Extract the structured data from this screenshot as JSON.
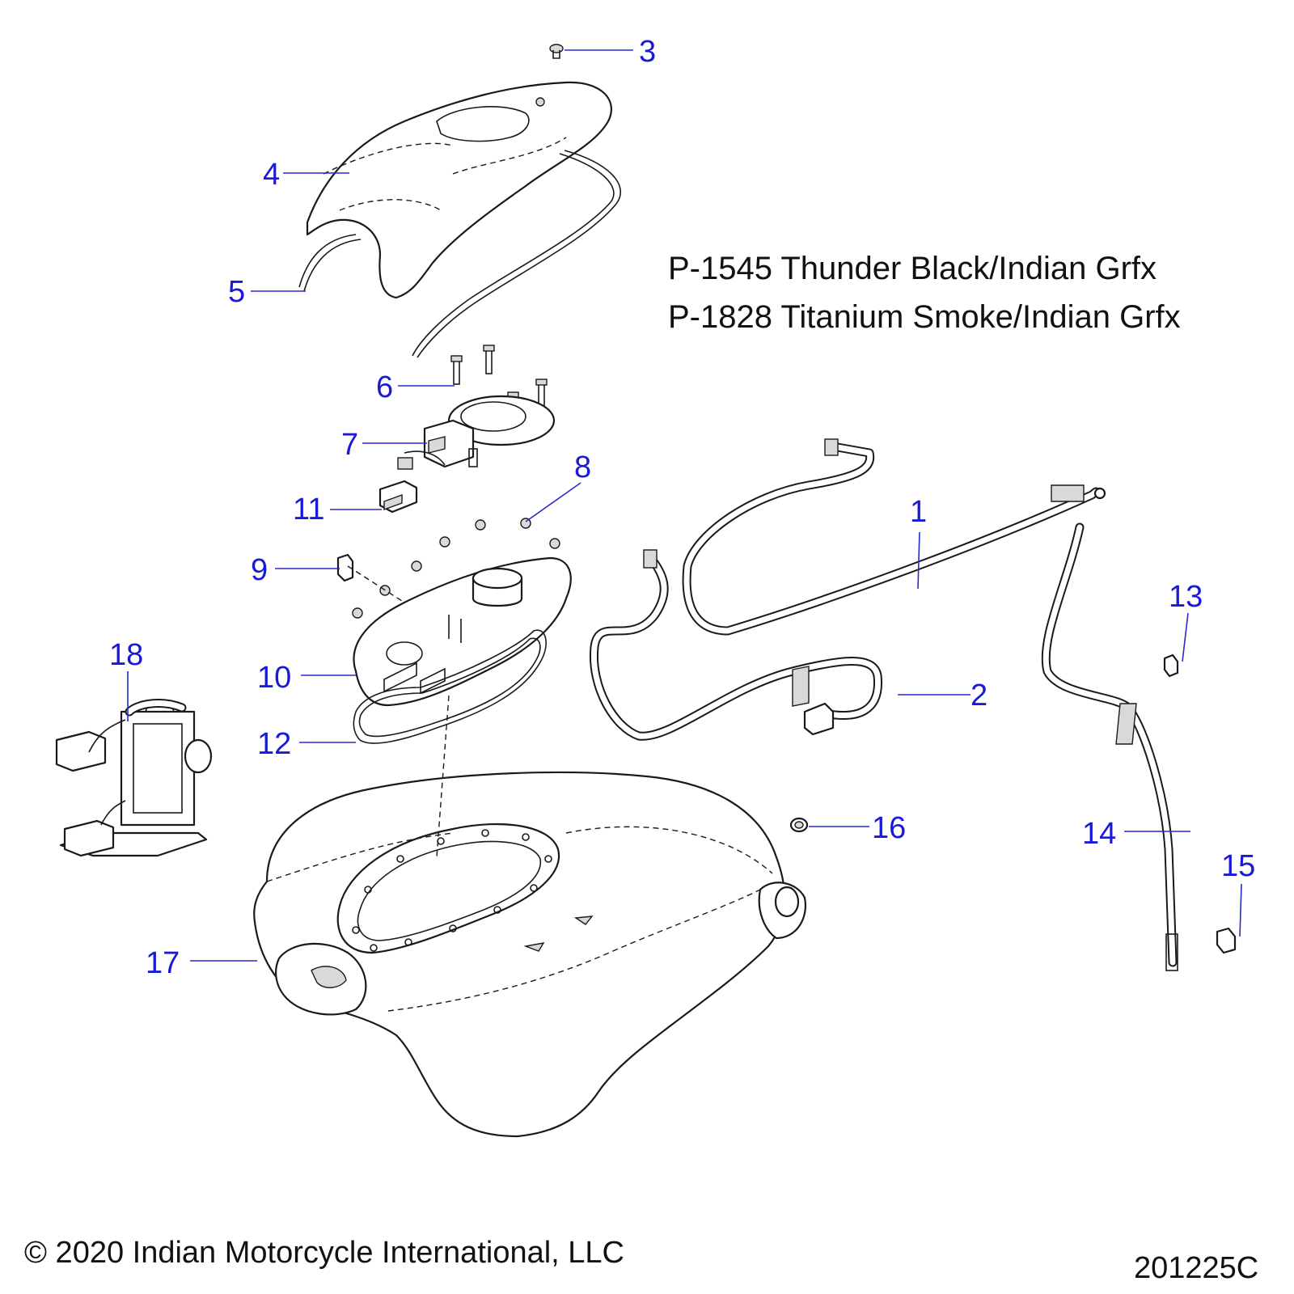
{
  "notes": [
    "P-1545 Thunder Black/Indian Grfx",
    "P-1828 Titanium Smoke/Indian Grfx"
  ],
  "callouts": [
    "1",
    "2",
    "3",
    "4",
    "5",
    "6",
    "7",
    "8",
    "9",
    "10",
    "11",
    "12",
    "13",
    "14",
    "15",
    "16",
    "17",
    "18"
  ],
  "footer": {
    "copyright": "© 2020 Indian Motorcycle International, LLC",
    "drawing_number": "201225C"
  },
  "colors": {
    "callout": "#1a1ad6",
    "line": "#1a1a1a",
    "shade": "#d9d9d9"
  }
}
